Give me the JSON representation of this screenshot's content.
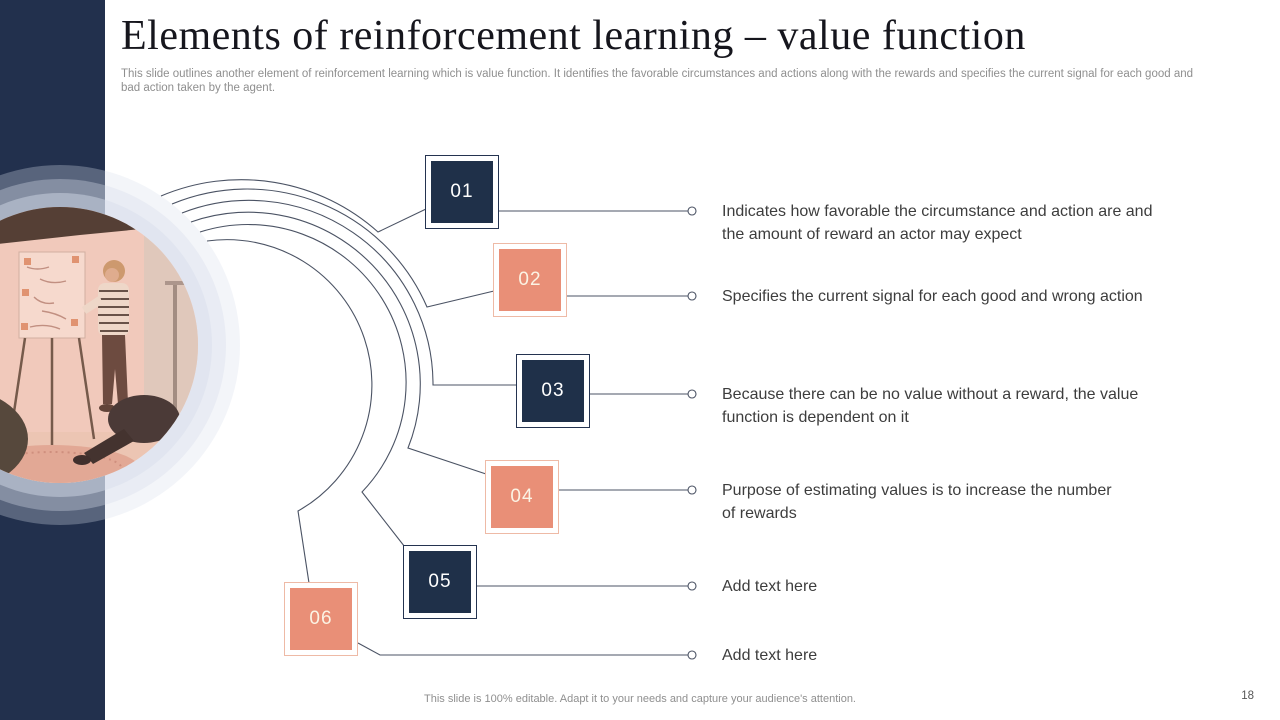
{
  "slide": {
    "title": "Elements of reinforcement learning – value function",
    "subtitle": "This slide outlines another element of reinforcement learning which is value function. It identifies the favorable circumstances and actions along with the rewards and specifies the current signal for each good and\nbad action taken by the agent.",
    "footer": "This slide is 100% editable. Adapt it to your needs and capture your audience's attention.",
    "page_number": "18",
    "photo_alt": "woman presenting at a flipchart to seated colleagues"
  },
  "items": [
    {
      "number": "01",
      "color": "navy",
      "text": "Indicates how favorable the circumstance and action are and\nthe amount of reward an actor may expect"
    },
    {
      "number": "02",
      "color": "salmon",
      "text": "Specifies the current signal for each good and wrong action"
    },
    {
      "number": "03",
      "color": "navy",
      "text": "Because there can be no value without a reward, the value\nfunction is dependent on it"
    },
    {
      "number": "04",
      "color": "salmon",
      "text": "Purpose of estimating values is to increase the number\nof rewards"
    },
    {
      "number": "05",
      "color": "navy",
      "text": "Add text here"
    },
    {
      "number": "06",
      "color": "salmon",
      "text": "Add text here"
    }
  ],
  "colors": {
    "navy": "#1f3049",
    "salmon": "#e98f77",
    "salmon_border": "#eebaa6",
    "sidebar": "#22304d",
    "connector_line": "#4b5364",
    "title_text": "#16161d",
    "body_text": "#3d3d3d",
    "muted_text": "#8f8f8f"
  }
}
